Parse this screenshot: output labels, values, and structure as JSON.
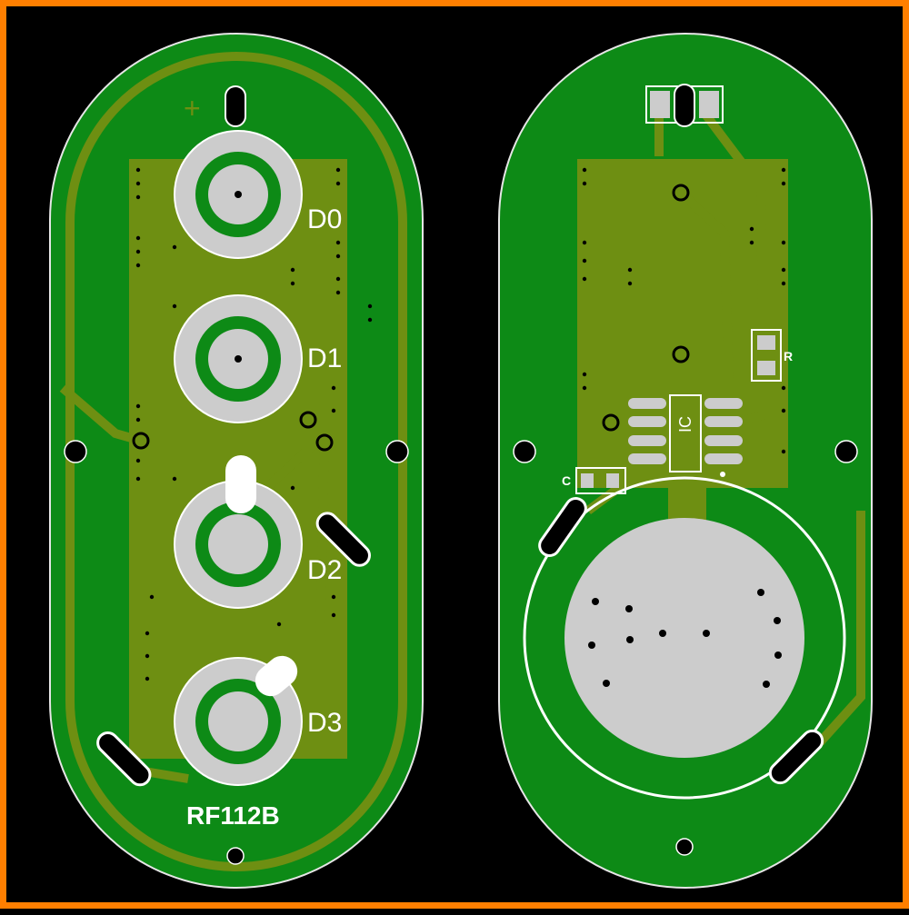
{
  "colors": {
    "frame": "#ff7f00",
    "background": "#000000",
    "board": "#0d8a16",
    "copper_pour": "#6e8f12",
    "trace": "#7c9a12",
    "pad": "#cccccc",
    "silkscreen": "#ffffff",
    "drill": "#000000"
  },
  "front": {
    "labels": [
      "D0",
      "D1",
      "D2",
      "D3"
    ],
    "board_name": "RF112B",
    "polarity_mark": "+"
  },
  "back": {
    "ic_label": "IC",
    "resistor_label": "R",
    "capacitor_label": "C"
  }
}
